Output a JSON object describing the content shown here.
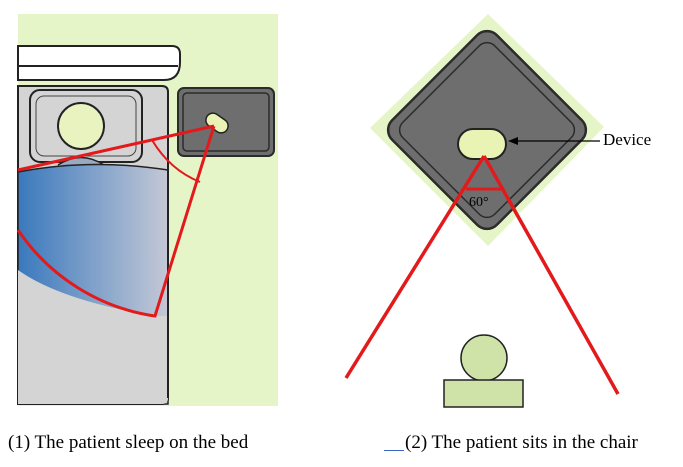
{
  "panel_left": {
    "caption": "(1)  The patient sleep on the bed"
  },
  "panel_right": {
    "caption": "(2) The patient sits in the chair",
    "device_label": "Device",
    "angle_label": "60°"
  },
  "colors": {
    "room_background": "#e6f5c8",
    "device_body": "#6e6e6e",
    "device_outline": "#2b2b2b",
    "sensor": "#e8f3b4",
    "field_of_view_line": "#e31a1c",
    "blanket_gradient_start": "#3a79bd",
    "blanket_gradient_end": "#c4c8d6",
    "bed_sheet": "#d4d4d4",
    "chair": "#cfe3a8"
  }
}
